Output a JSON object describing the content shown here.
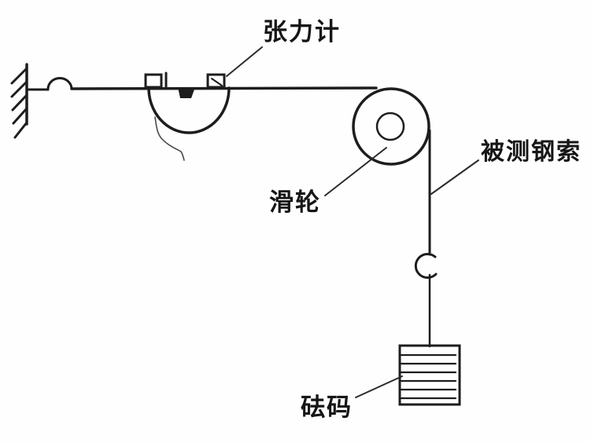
{
  "diagram": {
    "labels": {
      "tension_meter": "张力计",
      "pulley": "滑轮",
      "measured_cable": "被测钢索",
      "weight": "砝码"
    },
    "colors": {
      "ink": "#1d1d1d",
      "background": "#fefefe"
    }
  }
}
